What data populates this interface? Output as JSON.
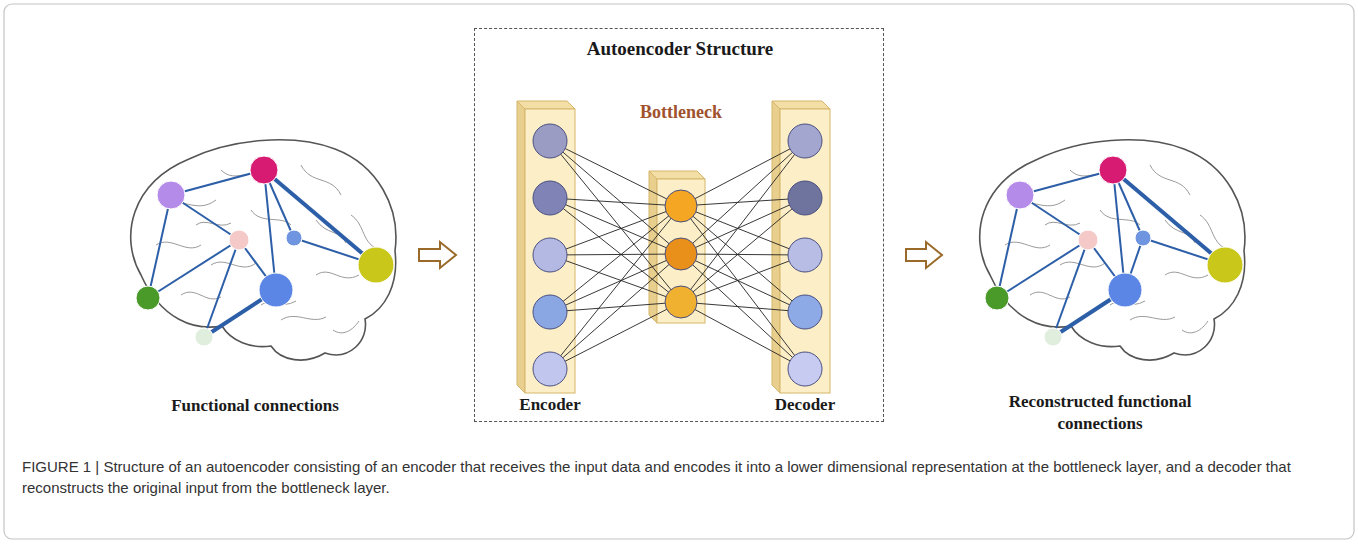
{
  "diagram": {
    "caption": "FIGURE 1 | Structure of an autoencoder consisting of an encoder that receives the input data and encodes it into a lower dimensional representation at the bottleneck layer, and a decoder that reconstructs the original input from the bottleneck layer.",
    "nodes": [
      {
        "text": [
          "Functional connections"
        ]
      },
      {
        "text": [
          "Autoencoder Structure"
        ]
      },
      {
        "text": [
          "Encoder"
        ],
        "in": 1
      },
      {
        "text": [
          "Bottleneck"
        ],
        "in": 1
      },
      {
        "text": [
          "Decoder"
        ],
        "in": 1
      },
      {
        "text": [
          "Reconstructed functional connections"
        ]
      }
    ],
    "edges": [
      {
        "from": 0,
        "to": 1,
        "arrow": "to"
      },
      {
        "from": 1,
        "to": 5,
        "arrow": "to"
      }
    ]
  }
}
